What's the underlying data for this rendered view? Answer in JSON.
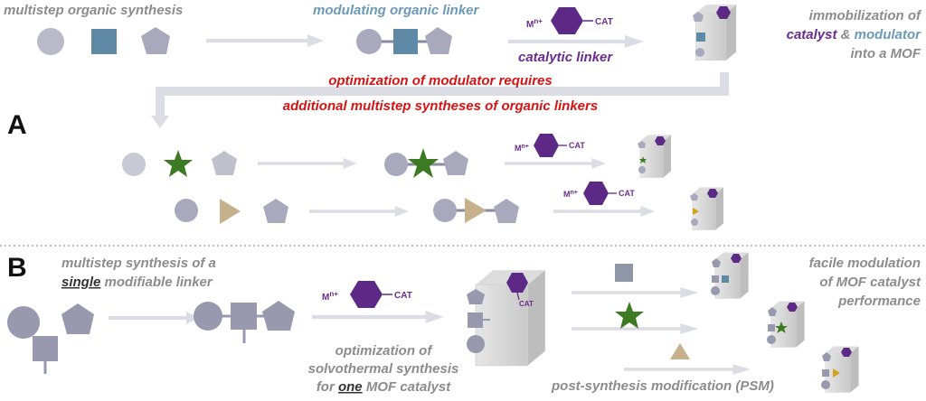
{
  "colors": {
    "shape_gray": "#a9a9bd",
    "blue": "#5f8aa6",
    "purple": "#5c2a86",
    "green": "#3c7a23",
    "tan": "#c7b08c",
    "yellow": "#d7a21a",
    "arrow": "#dcdce4",
    "red": "#d41414",
    "text_gray": "#8c8c8c"
  },
  "panel_a": {
    "label": "A",
    "multistep": "multistep organic synthesis",
    "modulating": "modulating organic linker",
    "catalytic": "catalytic linker",
    "immob": {
      "line1": "immobilization of",
      "catalyst": "catalyst",
      "amp": " & ",
      "modulator": "modulator",
      "line3": "into a MOF"
    },
    "optim1": "optimization of modulator requires",
    "optim2": "additional multistep syntheses of organic linkers"
  },
  "panel_b": {
    "label": "B",
    "line1": "multistep synthesis of a",
    "single": "single",
    "line2_rest": " modifiable linker",
    "solvo1": "optimization of",
    "solvo2": "solvothermal synthesis",
    "for": "for ",
    "one": "one",
    "solvo3_rest": " MOF catalyst",
    "facile1": "facile modulation",
    "facile2": "of MOF catalyst",
    "facile3": "performance",
    "psm": "post-synthesis modification (PSM)"
  },
  "metal": {
    "base": "M",
    "sup": "n+"
  },
  "cat": "CAT"
}
